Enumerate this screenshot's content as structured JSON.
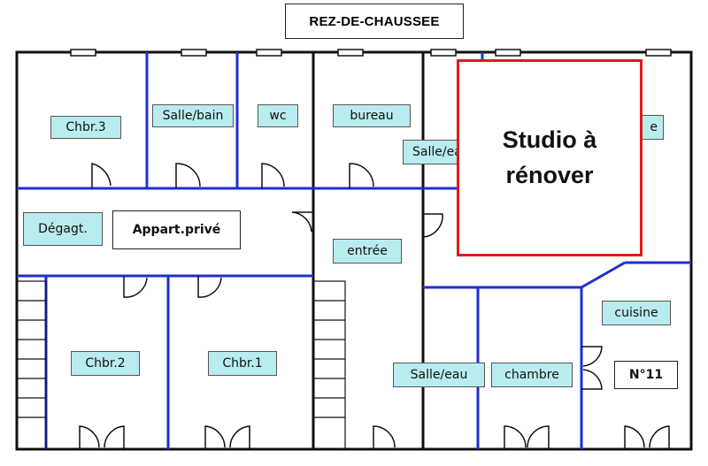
{
  "title": "REZ-DE-CHAUSSEE",
  "rooms": {
    "chbr3": "Chbr.3",
    "salle_bain": "Salle/bain",
    "wc": "wc",
    "bureau": "bureau",
    "salle_eau_top": "Salle/eau",
    "partial_room": "Salle de...",
    "degagement": "Dégagt.",
    "appart_prive": "Appart.privé",
    "entree": "entrée",
    "chbr2": "Chbr.2",
    "chbr1": "Chbr.1",
    "cuisine": "cuisine",
    "salle_eau_bottom": "Salle/eau",
    "chambre": "chambre",
    "unit_number": "N°11"
  },
  "highlight": {
    "line1": "Studio à",
    "line2": "rénover",
    "border_color": "#e01a1a"
  },
  "colors": {
    "wall": "#111111",
    "partition": "#1f2fd0",
    "label_bg": "#b9ecef"
  }
}
